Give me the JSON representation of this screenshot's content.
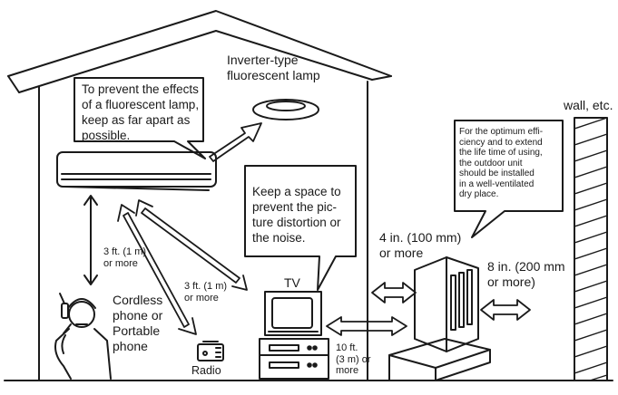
{
  "callouts": {
    "fluorescent_text": "To prevent the effects\nof a fluorescent lamp,\nkeep as far apart as\npossible.",
    "space_text": "Keep a space to\nprevent the pic-\nture distortion or\nthe noise.",
    "outdoor_text": "For the optimum effi-\nciency and to extend\nthe life time of using,\nthe outdoor unit\nshould be installed\nin a well-ventilated\ndry place."
  },
  "labels": {
    "lamp": "Inverter-type\nfluorescent lamp",
    "wall": "wall, etc.",
    "tv": "TV",
    "radio": "Radio",
    "phone": "Cordless\nphone or\nPortable\nphone",
    "dist_phone": "3 ft. (1 m)\nor more",
    "dist_radio": "3 ft. (1 m)\nor more",
    "dist_tv": "10 ft.\n(3 m) or\nmore",
    "dist_front": "4 in. (100 mm)\nor more",
    "dist_side": "8 in. (200 mm\nor more)"
  }
}
